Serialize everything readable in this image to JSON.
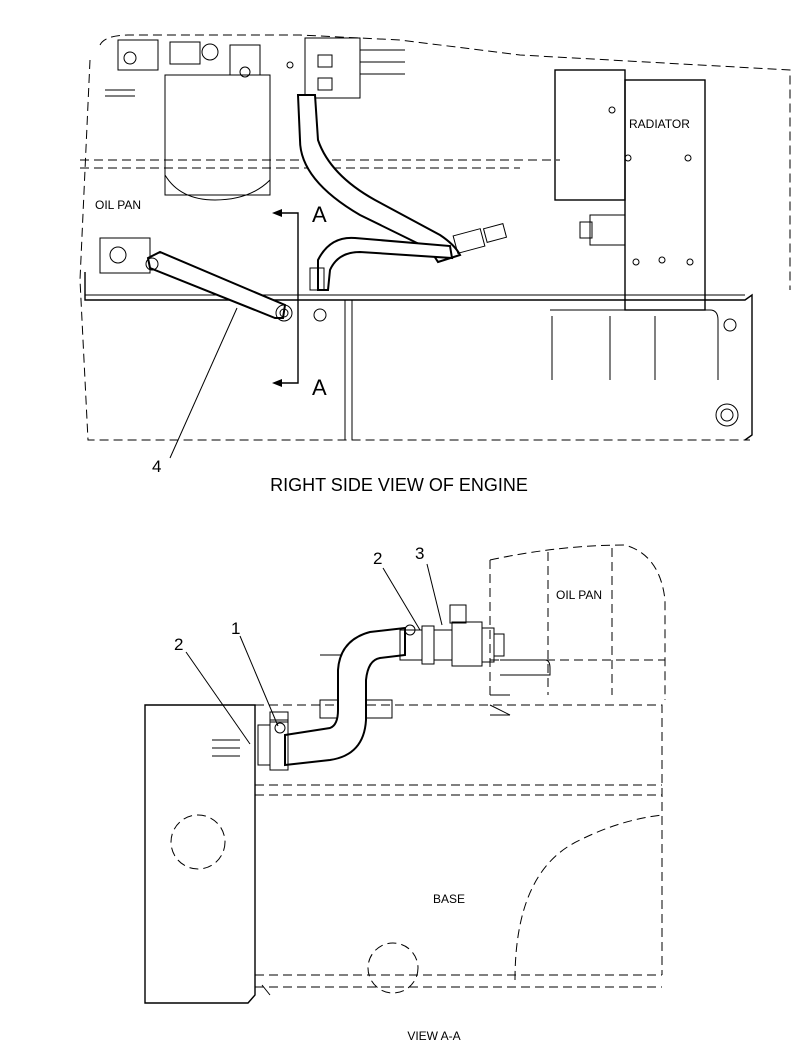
{
  "top_view": {
    "labels": {
      "radiator": "RADIATOR",
      "oil_pan": "OIL PAN",
      "section_a_top": "A",
      "section_a_bottom": "A",
      "callout_4": "4"
    },
    "caption": "RIGHT SIDE VIEW OF ENGINE"
  },
  "bottom_view": {
    "labels": {
      "oil_pan": "OIL PAN",
      "base": "BASE",
      "callout_1": "1",
      "callout_2_left": "2",
      "callout_2_right": "2",
      "callout_3": "3"
    },
    "caption": "VIEW A-A"
  }
}
